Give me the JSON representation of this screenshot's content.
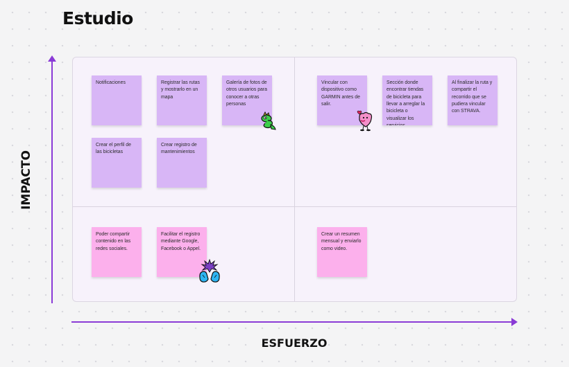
{
  "board": {
    "title": "Estudio",
    "y_axis_label": "IMPACTO",
    "x_axis_label": "ESFUERZO"
  },
  "notes": [
    {
      "text": "Notificaciones",
      "color": "purple"
    },
    {
      "text": "Registrar las rutas y mostrarlo en un mapa",
      "color": "purple"
    },
    {
      "text": "Galería de fotos de otros usuarios para conocer a otras personas",
      "color": "purple"
    },
    {
      "text": "Crear el perfil de las bicicletas",
      "color": "purple"
    },
    {
      "text": "Crear registro de mantenimientos",
      "color": "purple"
    },
    {
      "text": "Vincular con dispositivo como GARMIN antes de salir.",
      "color": "purple"
    },
    {
      "text": "Sección donde encontrar tiendas de bicicleta para llevar a arreglar la bicicleta o visualizar los servicios.",
      "color": "purple"
    },
    {
      "text": "Al finalizar la ruta y compartir el recorrido que se pudiera vincular con STRAVA.",
      "color": "purple"
    },
    {
      "text": "Poder compartir contenido en las redes sociales.",
      "color": "pink"
    },
    {
      "text": "Facilitar el registro mediante Google, Facebook o Appel.",
      "color": "pink"
    },
    {
      "text": "Crear un resumen mensual y enviarlo como video.",
      "color": "pink"
    }
  ],
  "colors": {
    "purple_note": "#d8b6f6",
    "pink_note": "#fcb0ec",
    "axis": "#8a3ad6"
  },
  "stickers": [
    "green-snake-sticker",
    "pink-heart-character-sticker",
    "blue-hands-sticker"
  ]
}
